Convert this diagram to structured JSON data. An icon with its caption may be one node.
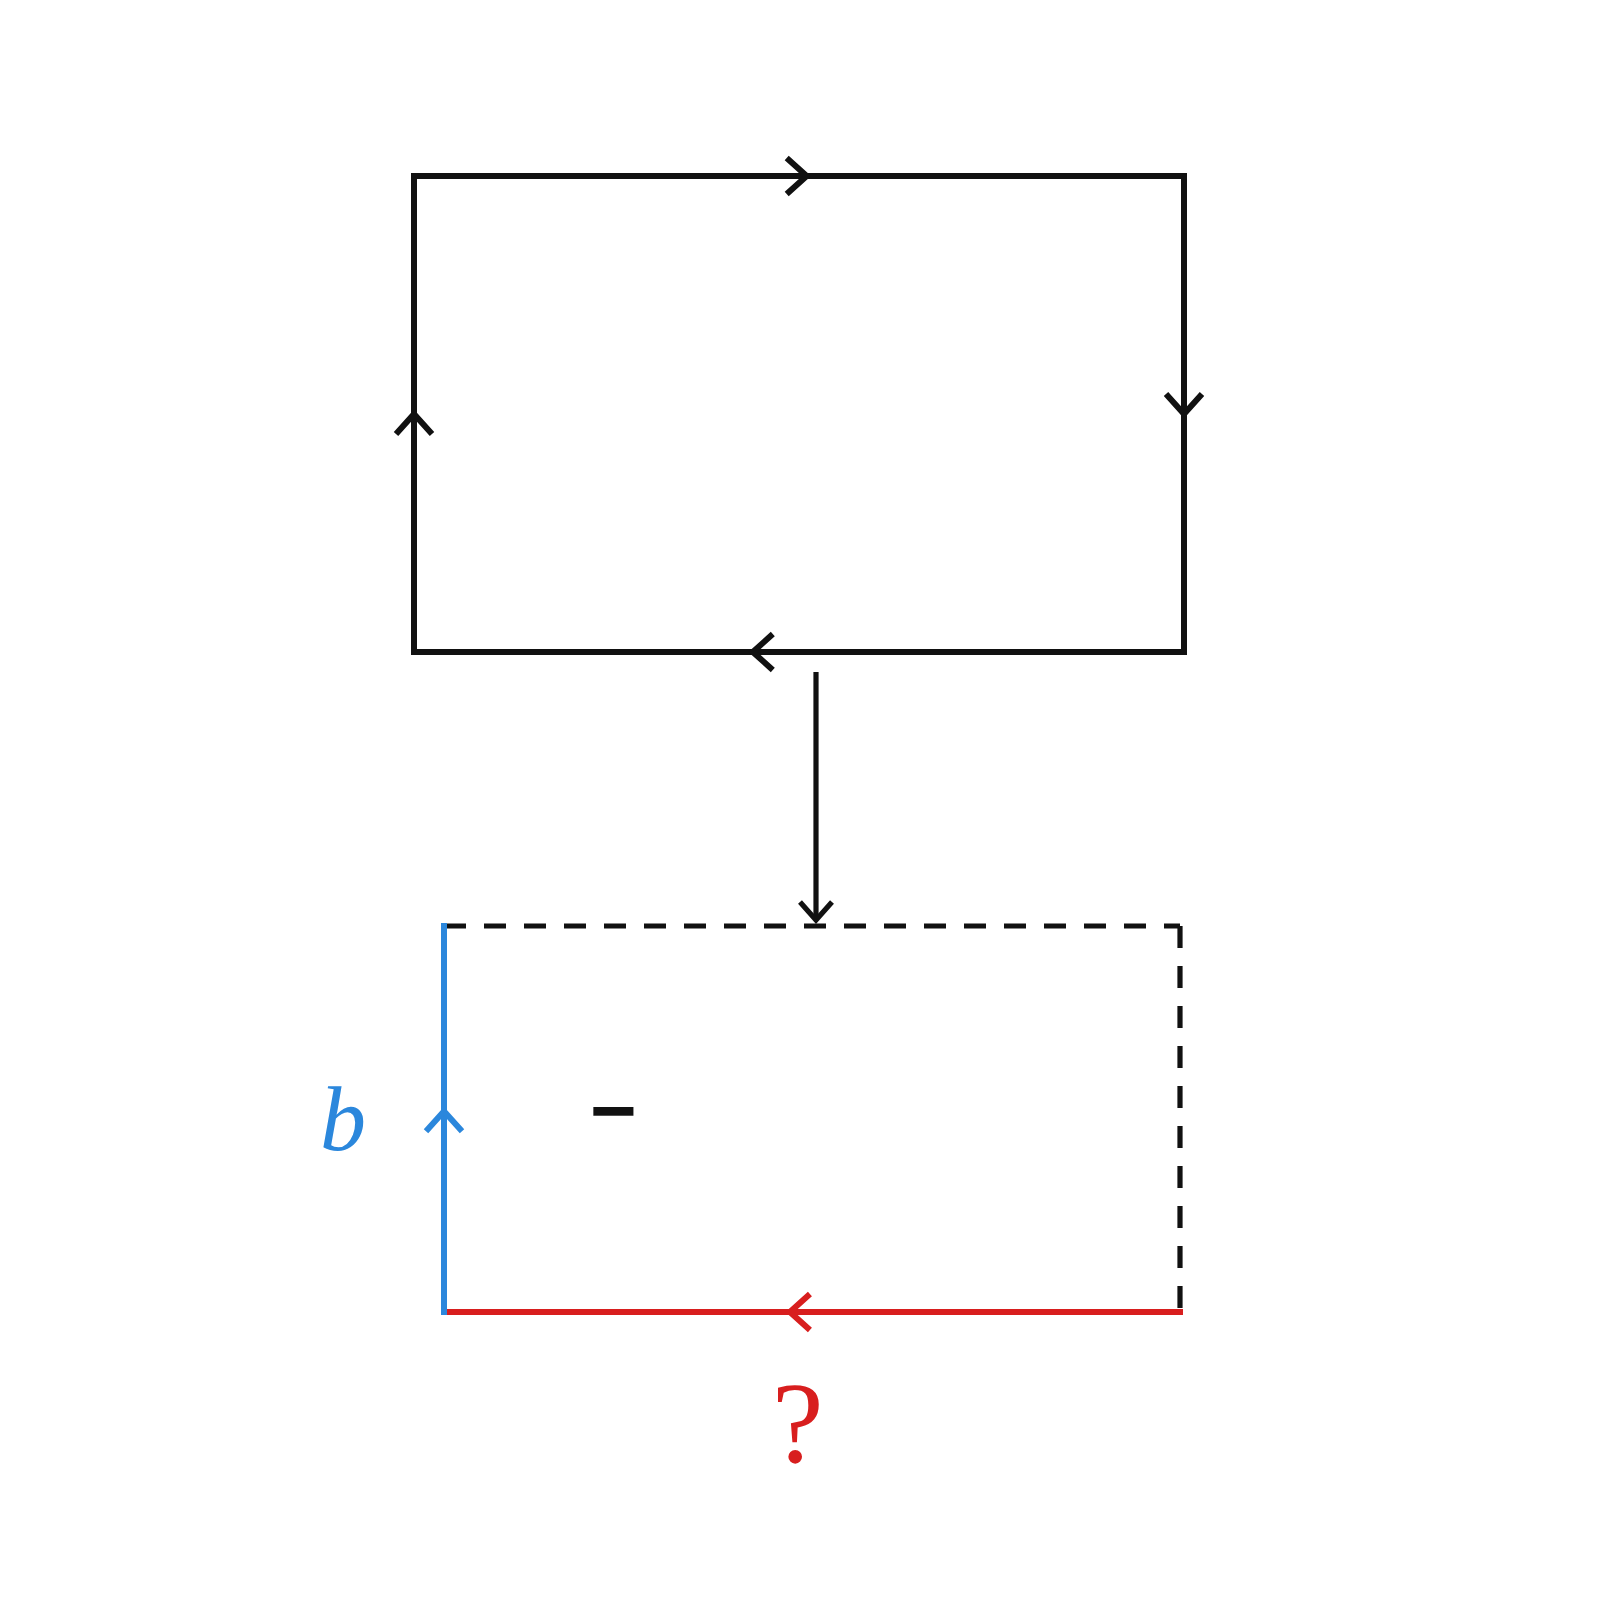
{
  "diagram": {
    "nodes": [
      {
        "text": [],
        "shape": "box"
      },
      {
        "text": [
          "−"
        ],
        "beside": [
          "b",
          "?"
        ]
      }
    ],
    "edges": [
      {
        "from": 0,
        "to": 1,
        "arrow": "to"
      }
    ]
  }
}
